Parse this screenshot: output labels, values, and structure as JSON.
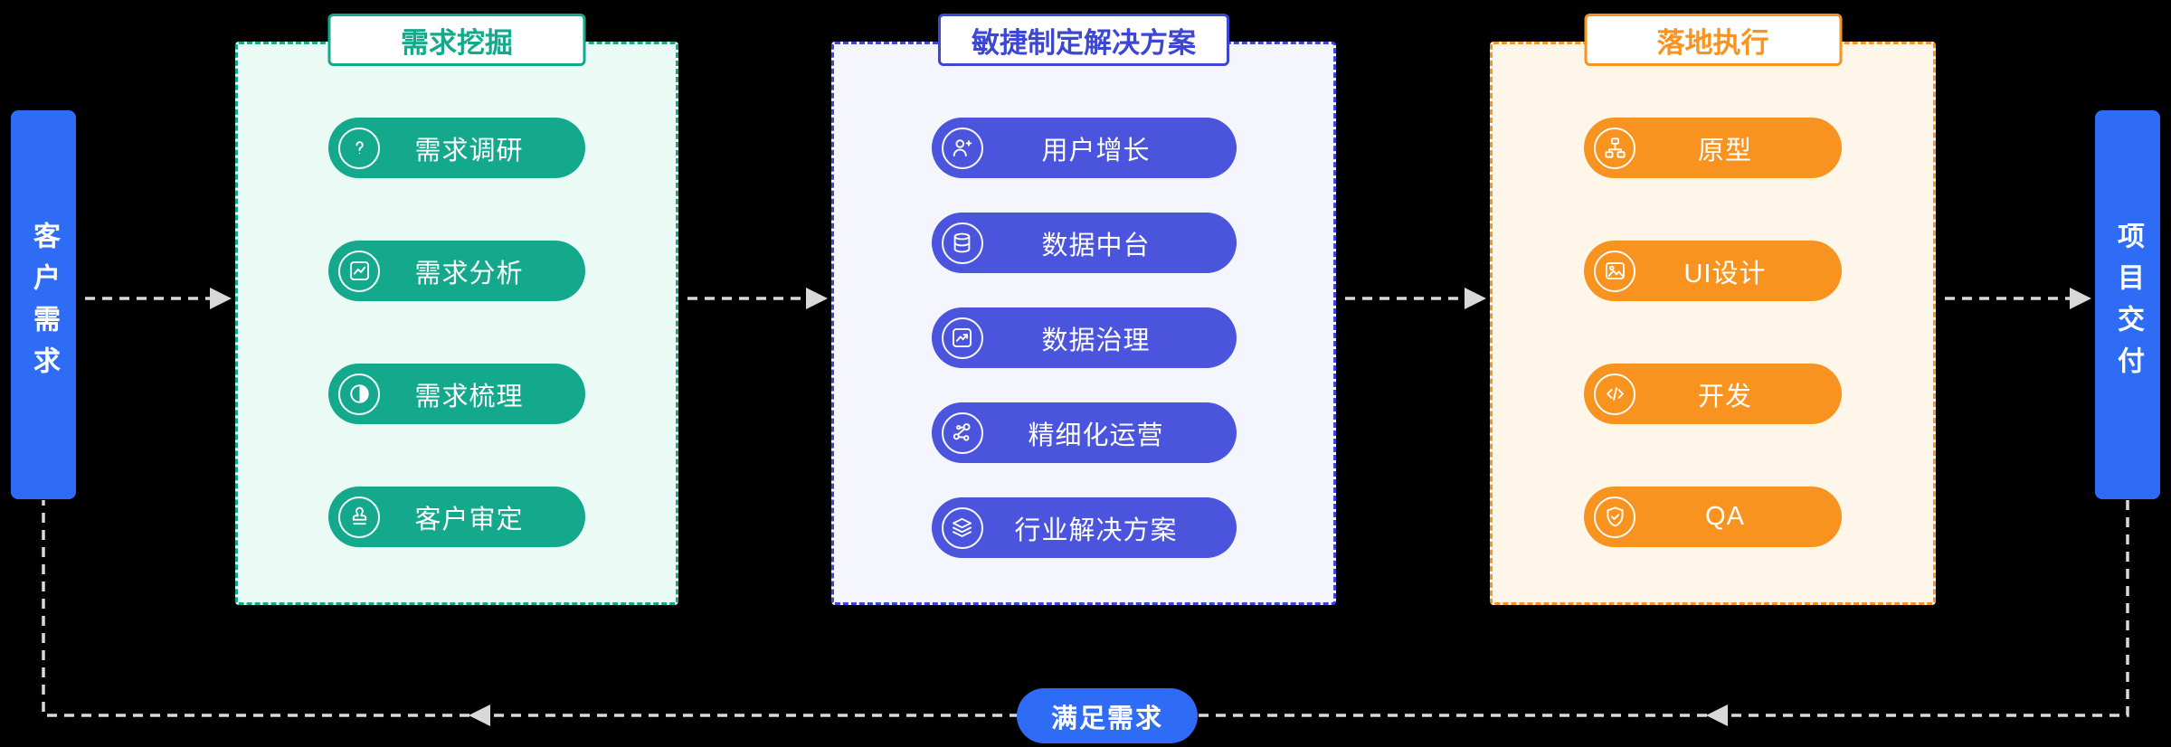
{
  "background": "#000000",
  "node_color": "#2F6CF6",
  "arrow_color": "#D9D9D9",
  "source_node": {
    "label": "客户需求"
  },
  "target_node": {
    "label": "项目交付"
  },
  "panels": [
    {
      "id": "requirement-mining",
      "title": "需求挖掘",
      "accent": "#14A98C",
      "pill": "#14A98C",
      "bg": "#EAFAF5",
      "items": [
        {
          "label": "需求调研",
          "icon": "question-icon"
        },
        {
          "label": "需求分析",
          "icon": "trend-chart-icon"
        },
        {
          "label": "需求梳理",
          "icon": "pie-chart-icon"
        },
        {
          "label": "客户审定",
          "icon": "stamp-icon"
        }
      ]
    },
    {
      "id": "agile-solution",
      "title": "敏捷制定解决方案",
      "accent": "#3C48D3",
      "pill": "#4A54DC",
      "bg": "#F4F5FD",
      "items": [
        {
          "label": "用户增长",
          "icon": "user-plus-icon"
        },
        {
          "label": "数据中台",
          "icon": "database-icon"
        },
        {
          "label": "数据治理",
          "icon": "line-chart-icon"
        },
        {
          "label": "精细化运营",
          "icon": "network-icon"
        },
        {
          "label": "行业解决方案",
          "icon": "layers-icon"
        }
      ]
    },
    {
      "id": "execution",
      "title": "落地执行",
      "accent": "#F7931E",
      "pill": "#F7931E",
      "bg": "#FDF6E9",
      "items": [
        {
          "label": "原型",
          "icon": "sitemap-icon"
        },
        {
          "label": "UI设计",
          "icon": "image-icon"
        },
        {
          "label": "开发",
          "icon": "code-icon"
        },
        {
          "label": "QA",
          "icon": "shield-check-icon"
        }
      ]
    }
  ],
  "feedback": {
    "label": "满足需求",
    "color": "#2F6CF6"
  }
}
